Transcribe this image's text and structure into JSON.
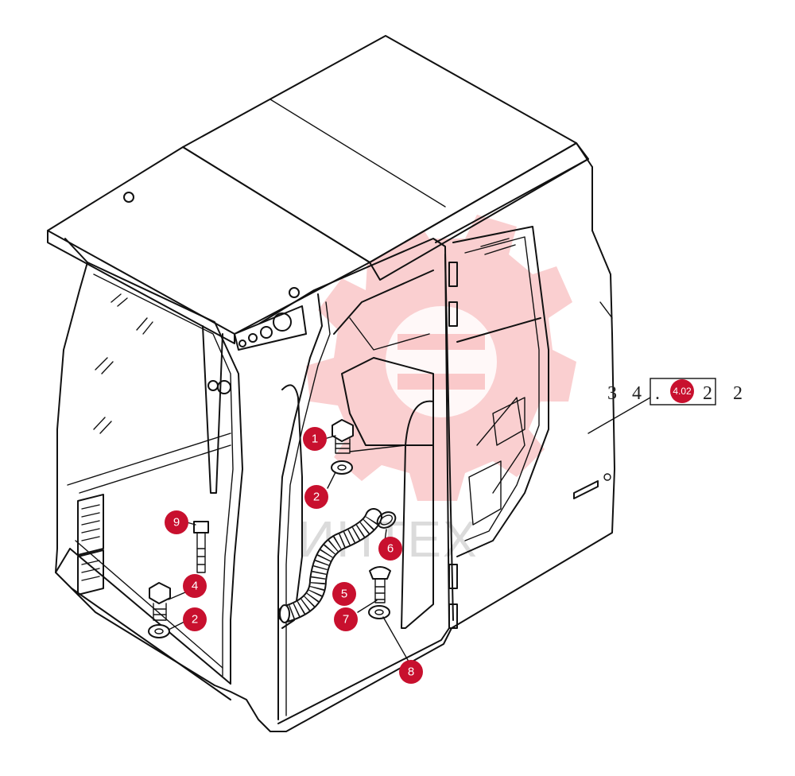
{
  "watermark": {
    "text": "ИНТЕХ",
    "color": "#e8232b"
  },
  "callout_color": "#c8102e",
  "callouts": [
    {
      "id": "c1",
      "label": "1"
    },
    {
      "id": "c2a",
      "label": "2"
    },
    {
      "id": "c2b",
      "label": "2"
    },
    {
      "id": "c4",
      "label": "4"
    },
    {
      "id": "c5",
      "label": "5"
    },
    {
      "id": "c6",
      "label": "6"
    },
    {
      "id": "c7",
      "label": "7"
    },
    {
      "id": "c8",
      "label": "8"
    },
    {
      "id": "c9",
      "label": "9"
    }
  ],
  "reference": {
    "prefix_a": "3",
    "prefix_b": "4",
    "dot": ".",
    "badge": "4.02",
    "suffix_a": "2",
    "suffix_b": "2"
  }
}
